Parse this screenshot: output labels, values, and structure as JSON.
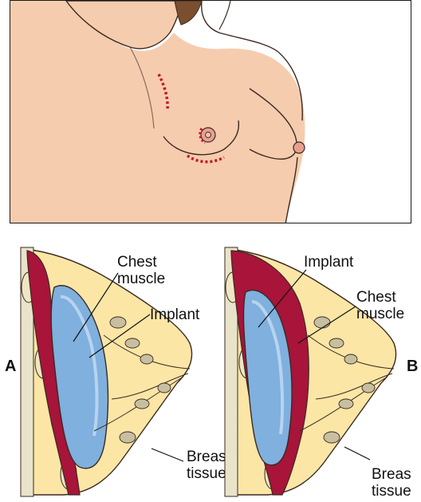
{
  "colors": {
    "skin": "#f6ccae",
    "skin_outline": "#3a2a22",
    "hair": "#7a4e2e",
    "incision": "#c4152c",
    "nipple": "#e7a08f",
    "muscle": "#a8143a",
    "implant": "#7fb0de",
    "implant_light": "#b7d3ee",
    "fat": "#fbe6a6",
    "rib": "#e9e3c9"
  },
  "panel_a": {
    "letter": "A",
    "label_chest_muscle": [
      "Chest",
      "muscle"
    ],
    "label_implant": "Implant",
    "label_breast_tissue": [
      "Breast",
      "tissue"
    ]
  },
  "panel_b": {
    "letter": "B",
    "label_implant": "Implant",
    "label_chest_muscle": [
      "Chest",
      "muscle"
    ],
    "label_breast_tissue": [
      "Breas",
      "tissue"
    ]
  }
}
